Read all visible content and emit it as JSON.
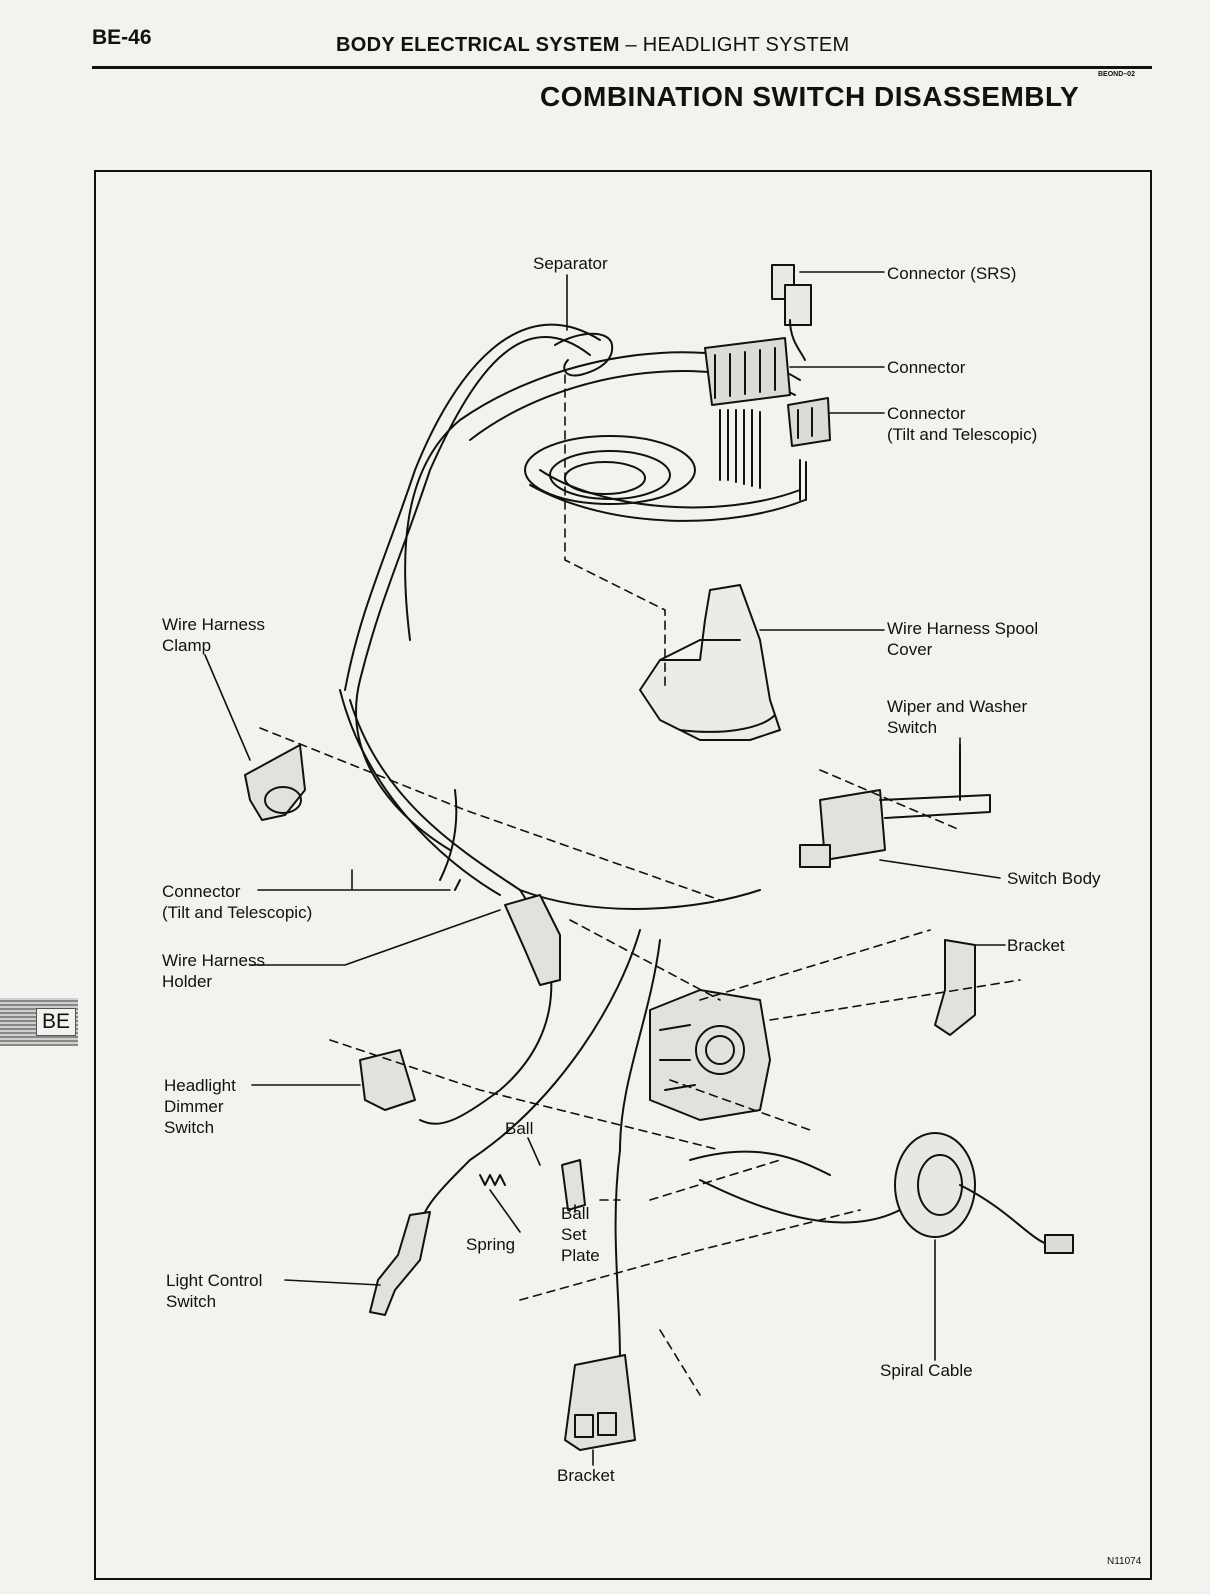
{
  "header": {
    "page_number": "BE-46",
    "title": "BODY ELECTRICAL SYSTEM",
    "subtitle": " – HEADLIGHT SYSTEM",
    "small_code": "BEOND–02"
  },
  "section_title": "COMBINATION SWITCH DISASSEMBLY",
  "side_tab": "BE",
  "figure_code": "N11074",
  "labels": {
    "separator": "Separator",
    "connector_srs": "Connector (SRS)",
    "connector": "Connector",
    "connector_tilt": "Connector",
    "connector_tilt_2": "(Tilt and Telescopic)",
    "wire_harness_spool_cover": "Wire Harness Spool",
    "wire_harness_spool_cover_2": "Cover",
    "wiper_washer_switch": "Wiper and Washer",
    "wiper_washer_switch_2": "Switch",
    "switch_body": "Switch Body",
    "bracket_right": "Bracket",
    "wire_harness_clamp": "Wire Harness",
    "wire_harness_clamp_2": "Clamp",
    "connector_tilt_left": "Connector",
    "connector_tilt_left_2": "(Tilt and Telescopic)",
    "wire_harness_holder": "Wire Harness",
    "wire_harness_holder_2": "Holder",
    "headlight_dimmer_switch": "Headlight",
    "headlight_dimmer_switch_2": "Dimmer",
    "headlight_dimmer_switch_3": "Switch",
    "ball": "Ball",
    "ball_set_plate": "Ball",
    "ball_set_plate_2": "Set",
    "ball_set_plate_3": "Plate",
    "spring": "Spring",
    "light_control_switch": "Light Control",
    "light_control_switch_2": "Switch",
    "spiral_cable": "Spiral Cable",
    "bracket_bottom": "Bracket"
  }
}
